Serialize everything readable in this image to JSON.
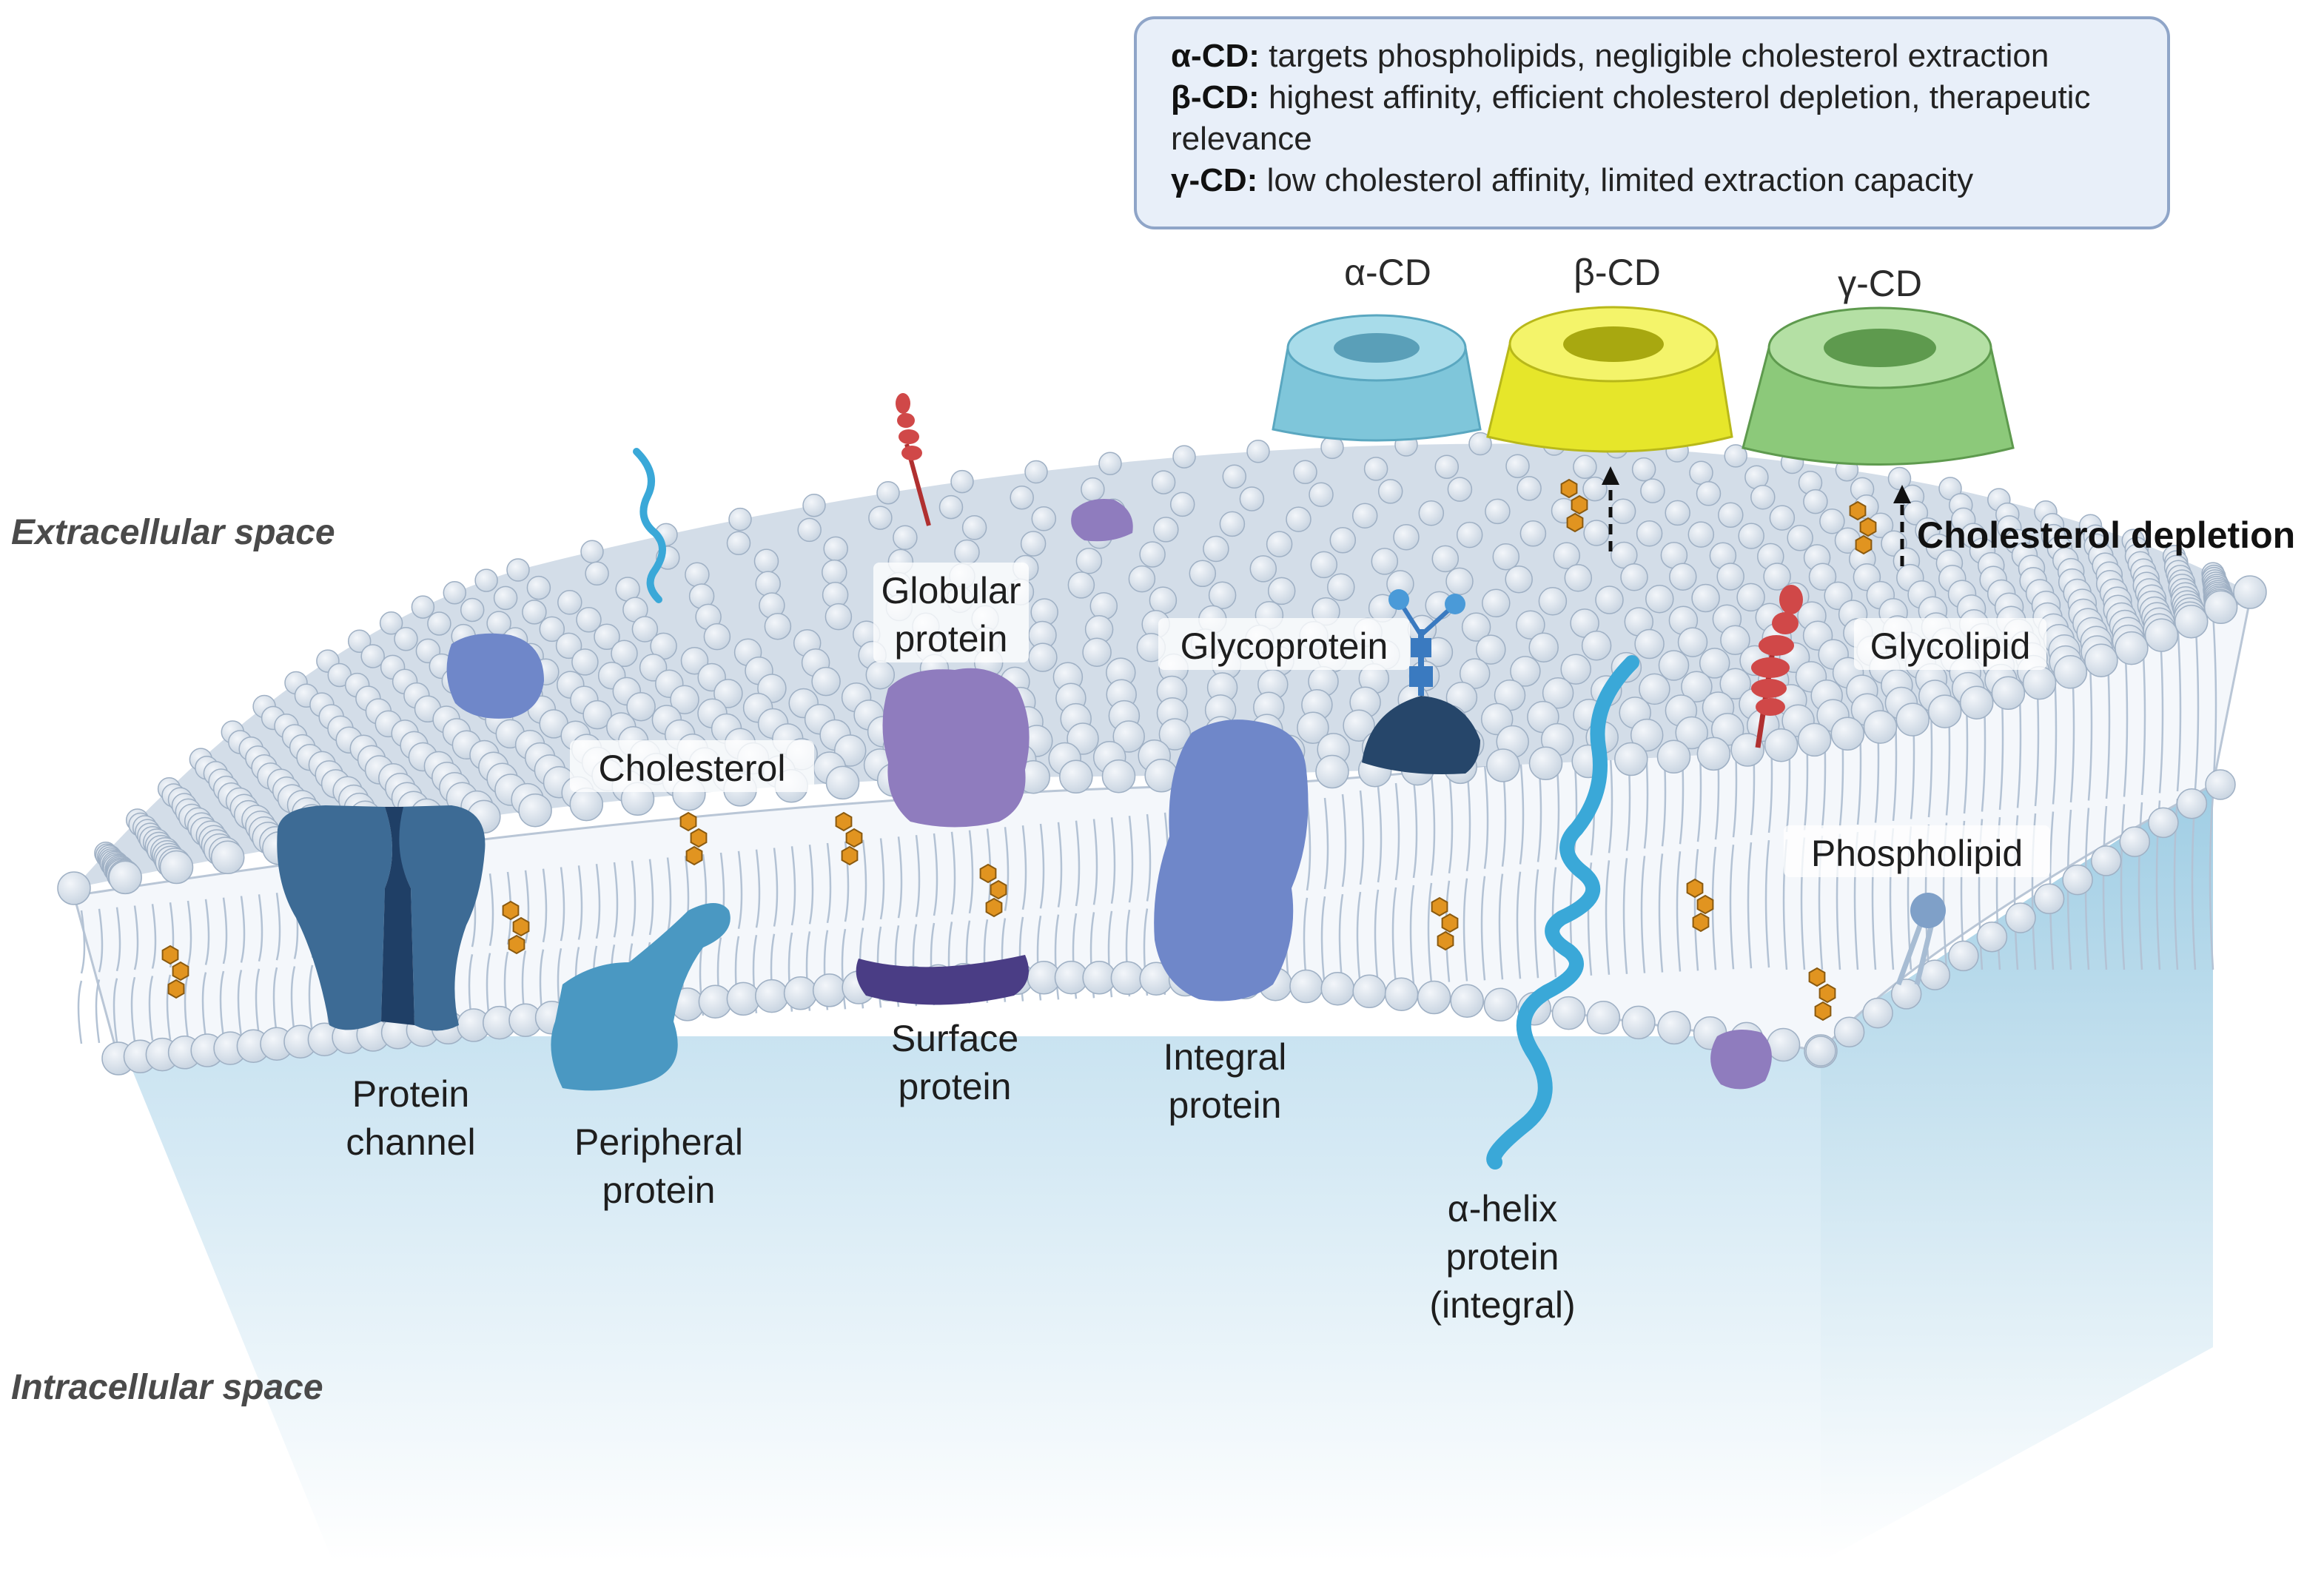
{
  "info_box": {
    "rows": [
      {
        "key": "α-CD:",
        "text": "targets phospholipids, negligible cholesterol extraction"
      },
      {
        "key": "β-CD:",
        "text": "highest affinity, efficient cholesterol depletion, therapeutic relevance"
      },
      {
        "key": "γ-CD:",
        "text": "low cholesterol affinity, limited extraction capacity"
      }
    ]
  },
  "cyclodextrins": [
    {
      "label": "α-CD",
      "color": "#7fc6da"
    },
    {
      "label": "β-CD",
      "color": "#e6e62a"
    },
    {
      "label": "γ-CD",
      "color": "#8cc97a"
    }
  ],
  "regions": {
    "extracellular": "Extracellular space",
    "intracellular": "Intracellular space"
  },
  "process_label": "Cholesterol depletion",
  "labels": {
    "globular_1": "Globular",
    "globular_2": "protein",
    "glycoprotein": "Glycoprotein",
    "glycolipid": "Glycolipid",
    "cholesterol": "Cholesterol",
    "phospholipid": "Phospholipid",
    "channel_1": "Protein",
    "channel_2": "channel",
    "peripheral_1": "Peripheral",
    "peripheral_2": "protein",
    "surface_1": "Surface",
    "surface_2": "protein",
    "integral_1": "Integral",
    "integral_2": "protein",
    "helix_1": "α-helix",
    "helix_2": "protein",
    "helix_3": "(integral)"
  },
  "colors": {
    "head": "#dfe6ee",
    "head_stroke": "#9fb0c4",
    "channel": "#3d6b95",
    "channel_dark": "#1f3f66",
    "peripheral": "#4a98c2",
    "globular": "#8f7cbe",
    "surface": "#4a3d85",
    "integral": "#6f87c9",
    "glyco_dark": "#26466a",
    "helix": "#3aa8d8",
    "glycolipid": "#d04848",
    "cholesterol": "#e19420"
  }
}
